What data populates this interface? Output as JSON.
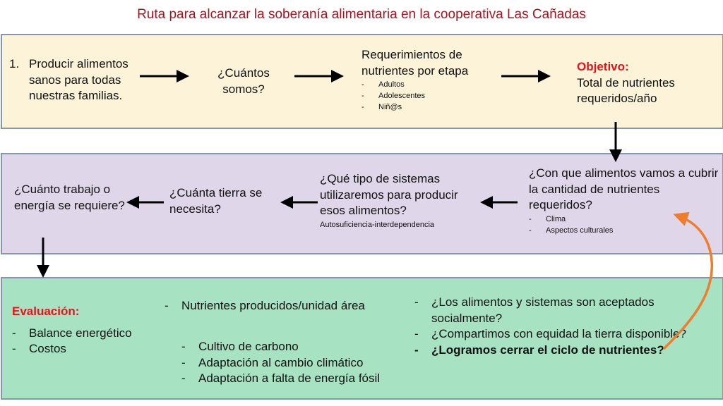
{
  "title": "Ruta para alcanzar la soberanía alimentaria en la cooperativa Las Cañadas",
  "row1": {
    "step1_number": "1.",
    "step1": "Producir alimentos sanos para todas nuestras familias.",
    "step2": "¿Cuántos somos?",
    "step3_title": "Requerimientos de nutrientes por etapa",
    "step3_items": [
      "Adultos",
      "Adolescentes",
      "Niñ@s"
    ],
    "objective_label": "Objetivo:",
    "objective_text": "Total de nutrientes requeridos/año"
  },
  "row2": {
    "foods_question": "¿Con que alimentos vamos a cubrir la cantidad de nutrientes requeridos?",
    "foods_items": [
      "Clima",
      "Aspectos culturales"
    ],
    "systems_question": "¿Qué tipo de sistemas utilizaremos para producir esos alimentos?",
    "systems_note": "Autosuficiencia-interdependencia",
    "land_question": "¿Cuánta tierra se necesita?",
    "work_question": "¿Cuánto trabajo o energía se requiere?"
  },
  "row3": {
    "evaluation_label": "Evaluación:",
    "evaluation_items": [
      "Balance energético",
      "Costos"
    ],
    "nutrients_item": "Nutrientes producidos/unidad área",
    "middle_items": [
      "Cultivo de carbono",
      "Adaptación al cambio climático",
      "Adaptación a falta de energía fósil"
    ],
    "questions": [
      "¿Los alimentos y sistemas son aceptados socialmente?",
      "¿Compartimos con equidad la tierra disponible?"
    ],
    "final_question": "¿Logramos cerrar el ciclo de nutrientes?"
  },
  "colors": {
    "title": "#a01622",
    "accent_red": "#e8121a",
    "arrow_orange": "#ee7d2e",
    "yellow": "#fdf3d8",
    "purple": "#e0d6ea",
    "green": "#a7e3c3"
  }
}
